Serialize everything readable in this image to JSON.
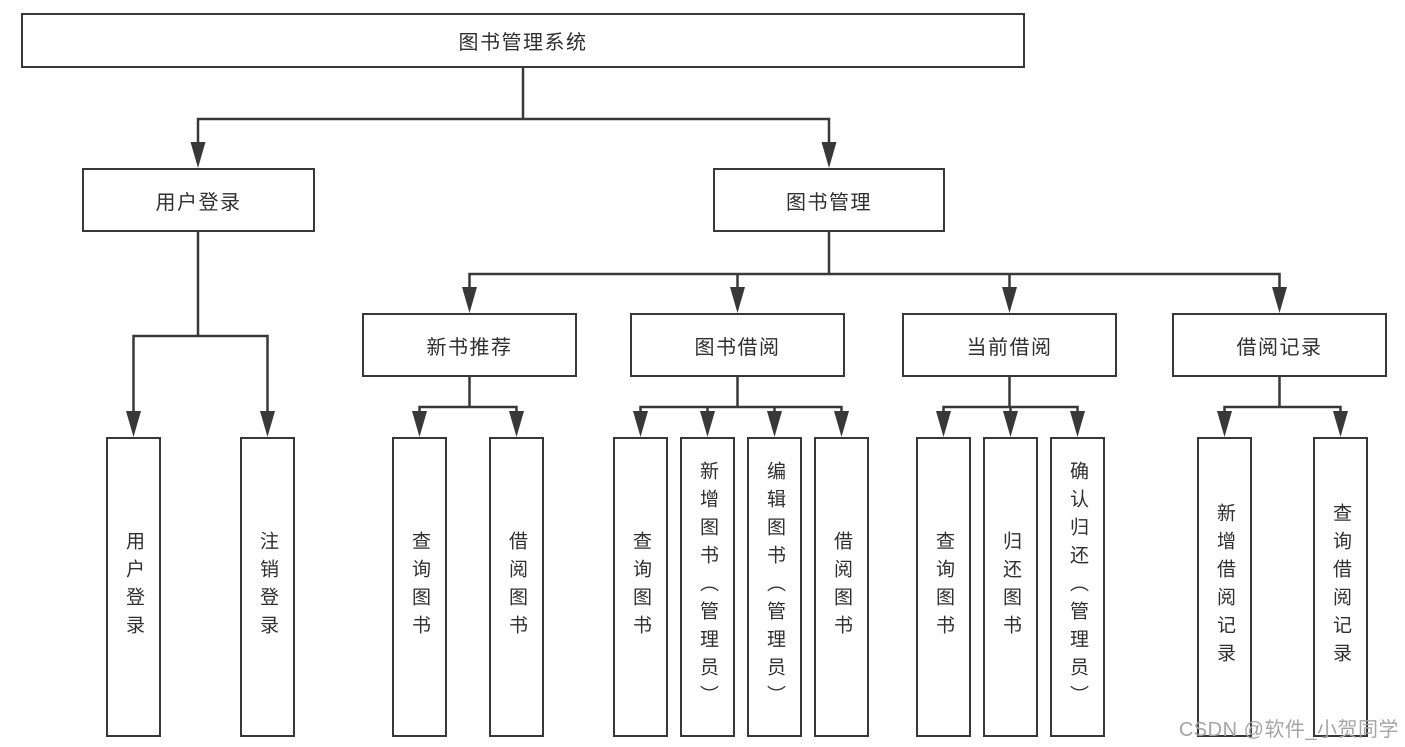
{
  "tree": {
    "root": {
      "label": "图书管理系统"
    },
    "children": [
      {
        "label": "用户登录",
        "children": [
          {
            "label": "用户登录"
          },
          {
            "label": "注销登录"
          }
        ]
      },
      {
        "label": "图书管理",
        "children": [
          {
            "label": "新书推荐",
            "children": [
              {
                "label": "查询图书"
              },
              {
                "label": "借阅图书"
              }
            ]
          },
          {
            "label": "图书借阅",
            "children": [
              {
                "label": "查询图书"
              },
              {
                "label": "新增图书（管理员）"
              },
              {
                "label": "编辑图书（管理员）"
              },
              {
                "label": "借阅图书"
              }
            ]
          },
          {
            "label": "当前借阅",
            "children": [
              {
                "label": "查询图书"
              },
              {
                "label": "归还图书"
              },
              {
                "label": "确认归还（管理员）"
              }
            ]
          },
          {
            "label": "借阅记录",
            "children": [
              {
                "label": "新增借阅记录"
              },
              {
                "label": "查询借阅记录"
              }
            ]
          }
        ]
      }
    ]
  },
  "watermark": "CSDN @软件_小贺同学",
  "colors": {
    "line": "#383838",
    "box_border": "#383838",
    "box_fill": "#ffffff",
    "text": "#2f2f2f",
    "watermark": "#a5a5a5",
    "background": "#ffffff"
  }
}
